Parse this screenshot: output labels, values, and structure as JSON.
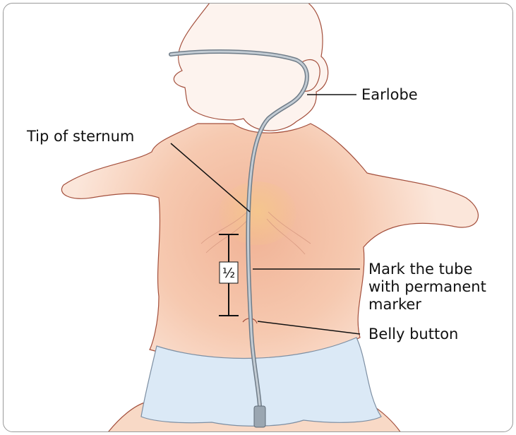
{
  "labels": {
    "earlobe": "Earlobe",
    "tip_of_sternum": "Tip of sternum",
    "mark_line1": "Mark the tube",
    "mark_line2": "with permanent",
    "mark_line3": "marker",
    "belly_button": "Belly button"
  },
  "measure": {
    "fraction": "½"
  },
  "colors": {
    "skin": "#f6cbb3",
    "skin_highlight": "#eea488",
    "skin_outline": "#a4503d",
    "tube": "#8e9aa6",
    "diaper": "#dbe9f6",
    "frame": "#9a9a9a"
  }
}
